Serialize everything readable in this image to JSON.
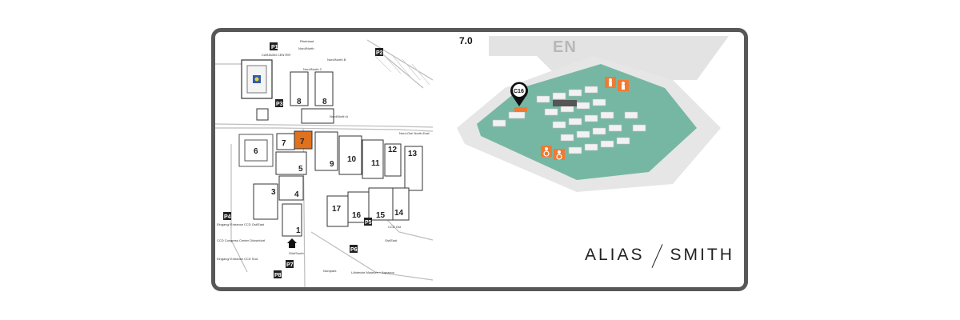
{
  "site_map": {
    "halls": [
      {
        "id": "1",
        "label": "1"
      },
      {
        "id": "3",
        "label": "3"
      },
      {
        "id": "4",
        "label": "4"
      },
      {
        "id": "5",
        "label": "5"
      },
      {
        "id": "6",
        "label": "6"
      },
      {
        "id": "7",
        "label": "7"
      },
      {
        "id": "7-highlight",
        "label": "7"
      },
      {
        "id": "8a",
        "label": "8"
      },
      {
        "id": "8b",
        "label": "8"
      },
      {
        "id": "9",
        "label": "9"
      },
      {
        "id": "10",
        "label": "10"
      },
      {
        "id": "11",
        "label": "11"
      },
      {
        "id": "12",
        "label": "12"
      },
      {
        "id": "13",
        "label": "13"
      },
      {
        "id": "14",
        "label": "14"
      },
      {
        "id": "15",
        "label": "15"
      },
      {
        "id": "16",
        "label": "16"
      },
      {
        "id": "17",
        "label": "17"
      }
    ],
    "highlight_color": "#e0711d",
    "parking": [
      "P1",
      "P2",
      "P3",
      "P4",
      "P5",
      "P6",
      "P7",
      "P8"
    ],
    "labels": {
      "caravan": "CARAVAN CENTER",
      "rheinbad": "Rheinbad",
      "nord_north": "Nord/North",
      "nord_north_b": "Nord/North B",
      "nord_north_c": "Nord/North C",
      "nord_north_a": "Nord/North A",
      "nord_ost": "Nord-Ost/ North-East",
      "eingang_west": "Eingang/ Entrance CCD Ost/East",
      "ccd": "CCD Congress Center Düsseldorf",
      "eingang_sued": "Eingang/ Entrance CCD Süd",
      "sued_south": "Süd/South",
      "ost_east": "Ost/East",
      "ccd_ost": "CCD Ost",
      "nordpark": "Nordpark",
      "aquazoo": "Löbbecke Museum + Aquazoo"
    }
  },
  "hall_plan": {
    "level": "7.0",
    "neighbor_hall": "EN",
    "booth": "C16",
    "floor_color": "#76b7a3",
    "accent_color": "#f07a32",
    "icons": [
      "wc-icon",
      "wc-icon",
      "accessible-wc-icon",
      "accessible-wc-icon"
    ]
  },
  "brand": {
    "left": "ALIAS",
    "right": "SMITH"
  }
}
